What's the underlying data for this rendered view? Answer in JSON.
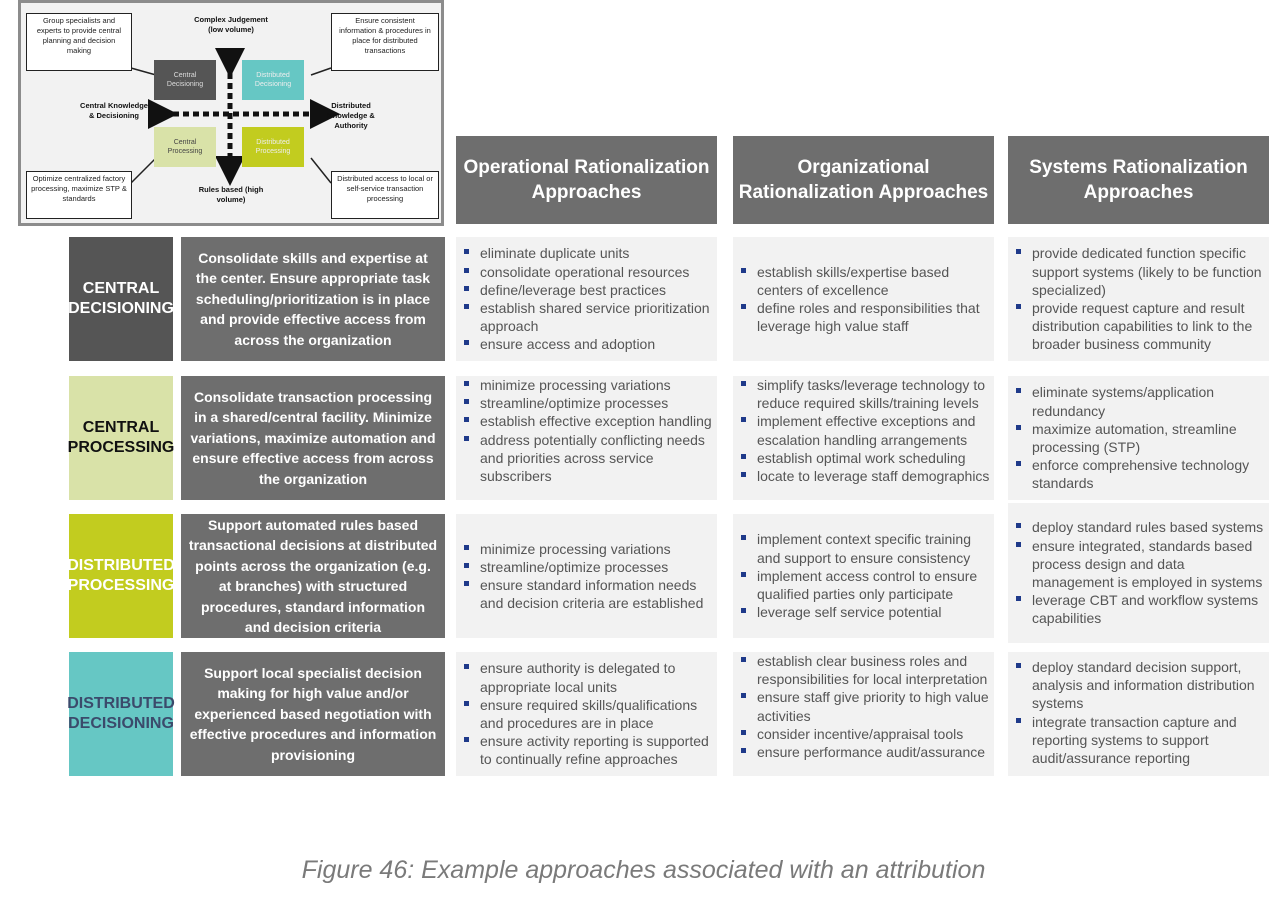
{
  "diagram": {
    "callouts": [
      "Group specialists and experts to provide central planning and decision making",
      "Ensure consistent information & procedures in place for distributed transactions",
      "Optimize centralized factory processing, maximize STP & standards",
      "Distributed access to local or self-service transaction processing"
    ],
    "axis_top": "Complex Judgement (low volume)",
    "axis_bottom": "Rules based (high volume)",
    "axis_left": "Central Knowledge & Decisioning",
    "axis_right": "Distributed Knowledge & Authority",
    "boxes": [
      "Central Decisioning",
      "Distributed Decisioning",
      "Central Processing",
      "Distributed Processing"
    ]
  },
  "columns": [
    "Operational Rationalization Approaches",
    "Organizational Rationalization Approaches",
    "Systems Rationalization Approaches"
  ],
  "rows": [
    {
      "label": "CENTRAL DECISIONING",
      "color": "#555555",
      "description": "Consolidate skills and expertise at the center. Ensure appropriate task scheduling/prioritization is in place and provide effective access from across the organization",
      "operational": [
        "eliminate duplicate units",
        "consolidate operational resources",
        "define/leverage best practices",
        "establish shared service prioritization approach",
        "ensure access and adoption"
      ],
      "organizational": [
        "establish skills/expertise based centers of excellence",
        "define roles and responsibilities that leverage high value staff"
      ],
      "systems": [
        "provide dedicated function specific support systems (likely to be function specialized)",
        "provide request capture and result distribution capabilities to link to the broader business community"
      ]
    },
    {
      "label": "CENTRAL PROCESSING",
      "color": "#d9e2a8",
      "description": "Consolidate transaction processing in a shared/central facility. Minimize variations, maximize automation and ensure effective access from across the organization",
      "operational": [
        "minimize processing variations",
        "streamline/optimize processes",
        "establish effective exception handling",
        "address potentially conflicting needs and priorities across service subscribers"
      ],
      "organizational": [
        "simplify tasks/leverage technology to reduce required skills/training levels",
        "implement effective exceptions and escalation handling arrangements",
        "establish optimal work scheduling",
        "locate to leverage staff demographics"
      ],
      "systems": [
        "eliminate systems/application redundancy",
        "maximize automation, streamline processing (STP)",
        "enforce comprehensive technology standards"
      ]
    },
    {
      "label": "DISTRIBUTED PROCESSING",
      "color": "#c2cc1f",
      "description": "Support automated rules based transactional decisions at distributed points across the organization (e.g. at branches) with structured procedures, standard information and decision criteria",
      "operational": [
        "minimize processing variations",
        "streamline/optimize processes",
        "ensure standard information needs and decision criteria are established"
      ],
      "organizational": [
        "implement context specific training and support to ensure consistency",
        "implement access control to ensure qualified parties only participate",
        "leverage self service potential"
      ],
      "systems": [
        "deploy standard rules based systems",
        "ensure integrated, standards based process design and data management is employed in systems",
        "leverage CBT and workflow systems capabilities"
      ]
    },
    {
      "label": "DISTRIBUTED DECISIONING",
      "color": "#66c7c4",
      "description": "Support local specialist decision making for high value and/or experienced based negotiation with effective procedures and information provisioning",
      "operational": [
        "ensure authority is delegated to appropriate local units",
        "ensure required skills/qualifications and procedures are in place",
        "ensure activity reporting is supported to continually refine approaches"
      ],
      "organizational": [
        "establish clear business roles and responsibilities for local interpretation",
        "ensure staff give priority to high value activities",
        "consider incentive/appraisal tools",
        "ensure performance audit/assurance"
      ],
      "systems": [
        "deploy standard decision support, analysis and information distribution systems",
        "integrate transaction capture and reporting systems to support audit/assurance reporting"
      ]
    }
  ],
  "caption": "Figure 46: Example approaches associated with an attribution"
}
